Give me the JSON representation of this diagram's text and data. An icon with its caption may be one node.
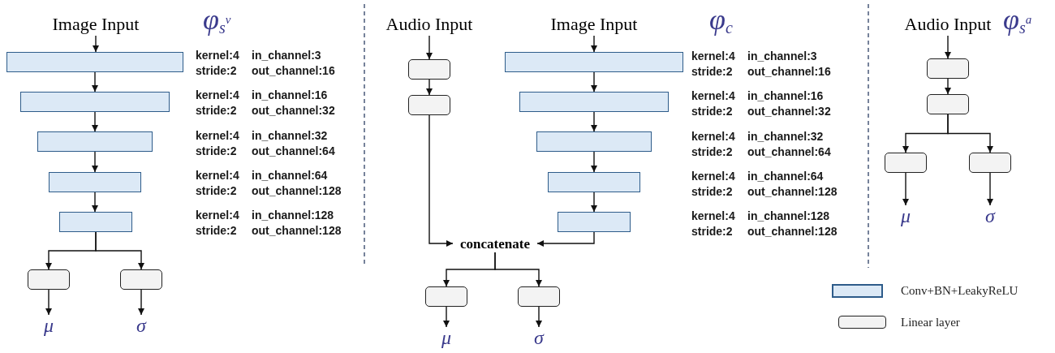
{
  "diagram": {
    "nodes": [
      {
        "text": [
          "Image Input"
        ]
      },
      {
        "text": [],
        "shape": "bar"
      },
      {
        "text": [],
        "shape": "bar"
      },
      {
        "text": [],
        "shape": "bar"
      },
      {
        "text": [],
        "shape": "bar"
      },
      {
        "text": [],
        "shape": "bar"
      },
      {
        "text": [],
        "shape": "box"
      },
      {
        "text": [],
        "shape": "box"
      },
      {
        "text": [
          "μ"
        ]
      },
      {
        "text": [
          "σ"
        ]
      },
      {
        "text": [
          "Audio Input"
        ]
      },
      {
        "text": [],
        "shape": "box"
      },
      {
        "text": [],
        "shape": "box"
      },
      {
        "text": [
          "Image Input"
        ]
      },
      {
        "text": [],
        "shape": "bar"
      },
      {
        "text": [],
        "shape": "bar"
      },
      {
        "text": [],
        "shape": "bar"
      },
      {
        "text": [],
        "shape": "bar"
      },
      {
        "text": [],
        "shape": "bar"
      },
      {
        "text": [
          "concatenate"
        ]
      },
      {
        "text": [],
        "shape": "box"
      },
      {
        "text": [],
        "shape": "box"
      },
      {
        "text": [
          "μ"
        ]
      },
      {
        "text": [
          "σ"
        ]
      },
      {
        "text": [
          "Audio Input"
        ]
      },
      {
        "text": [],
        "shape": "box"
      },
      {
        "text": [],
        "shape": "box"
      },
      {
        "text": [],
        "shape": "box"
      },
      {
        "text": [],
        "shape": "box"
      },
      {
        "text": [
          "μ"
        ]
      },
      {
        "text": [
          "σ"
        ]
      }
    ],
    "edges": [
      {
        "from": 0,
        "to": 1,
        "arrow": "to"
      },
      {
        "from": 1,
        "to": 2,
        "arrow": "to"
      },
      {
        "from": 2,
        "to": 3,
        "arrow": "to"
      },
      {
        "from": 3,
        "to": 4,
        "arrow": "to"
      },
      {
        "from": 4,
        "to": 5,
        "arrow": "to"
      },
      {
        "from": 5,
        "to": 6,
        "arrow": "to"
      },
      {
        "from": 5,
        "to": 7,
        "arrow": "to"
      },
      {
        "from": 6,
        "to": 8,
        "arrow": "to"
      },
      {
        "from": 7,
        "to": 9,
        "arrow": "to"
      },
      {
        "from": 10,
        "to": 11,
        "arrow": "to"
      },
      {
        "from": 11,
        "to": 12,
        "arrow": "to"
      },
      {
        "from": 12,
        "to": 19,
        "arrow": "to"
      },
      {
        "from": 13,
        "to": 14,
        "arrow": "to"
      },
      {
        "from": 14,
        "to": 15,
        "arrow": "to"
      },
      {
        "from": 15,
        "to": 16,
        "arrow": "to"
      },
      {
        "from": 16,
        "to": 17,
        "arrow": "to"
      },
      {
        "from": 17,
        "to": 18,
        "arrow": "to"
      },
      {
        "from": 18,
        "to": 19,
        "arrow": "to"
      },
      {
        "from": 19,
        "to": 20,
        "arrow": "to"
      },
      {
        "from": 19,
        "to": 21,
        "arrow": "to"
      },
      {
        "from": 20,
        "to": 22,
        "arrow": "to"
      },
      {
        "from": 21,
        "to": 23,
        "arrow": "to"
      },
      {
        "from": 24,
        "to": 25,
        "arrow": "to"
      },
      {
        "from": 25,
        "to": 26,
        "arrow": "to"
      },
      {
        "from": 26,
        "to": 27,
        "arrow": "to"
      },
      {
        "from": 26,
        "to": 28,
        "arrow": "to"
      },
      {
        "from": 27,
        "to": 29,
        "arrow": "to"
      },
      {
        "from": 28,
        "to": 30,
        "arrow": "to"
      }
    ],
    "labels": [
      "φ$_{s}$$^{v}$",
      "kernel:4",
      "in_channel:3",
      "stride:2",
      "out_channel:16",
      "kernel:4",
      "in_channel:16",
      "stride:2",
      "out_channel:32",
      "kernel:4",
      "in_channel:32",
      "stride:2",
      "out_channel:64",
      "kernel:4",
      "in_channel:64",
      "stride:2",
      "out_channel:128",
      "kernel:4",
      "in_channel:128",
      "stride:2",
      "out_channel:128",
      "φ$_{c}$",
      "kernel:4",
      "in_channel:3",
      "stride:2",
      "out_channel:16",
      "kernel:4",
      "in_channel:16",
      "stride:2",
      "out_channel:32",
      "kernel:4",
      "in_channel:32",
      "stride:2",
      "out_channel:64",
      "kernel:4",
      "in_channel:64",
      "stride:2",
      "out_channel:128",
      "kernel:4",
      "in_channel:128",
      "stride:2",
      "out_channel:128",
      "φ$_{s}$$^{a}$"
    ],
    "legend": [
      {
        "text": "Conv+BN+LeakyReLU",
        "color": "#dce9f6"
      },
      {
        "text": "Linear layer",
        "color": "#f3f3f3"
      }
    ]
  }
}
